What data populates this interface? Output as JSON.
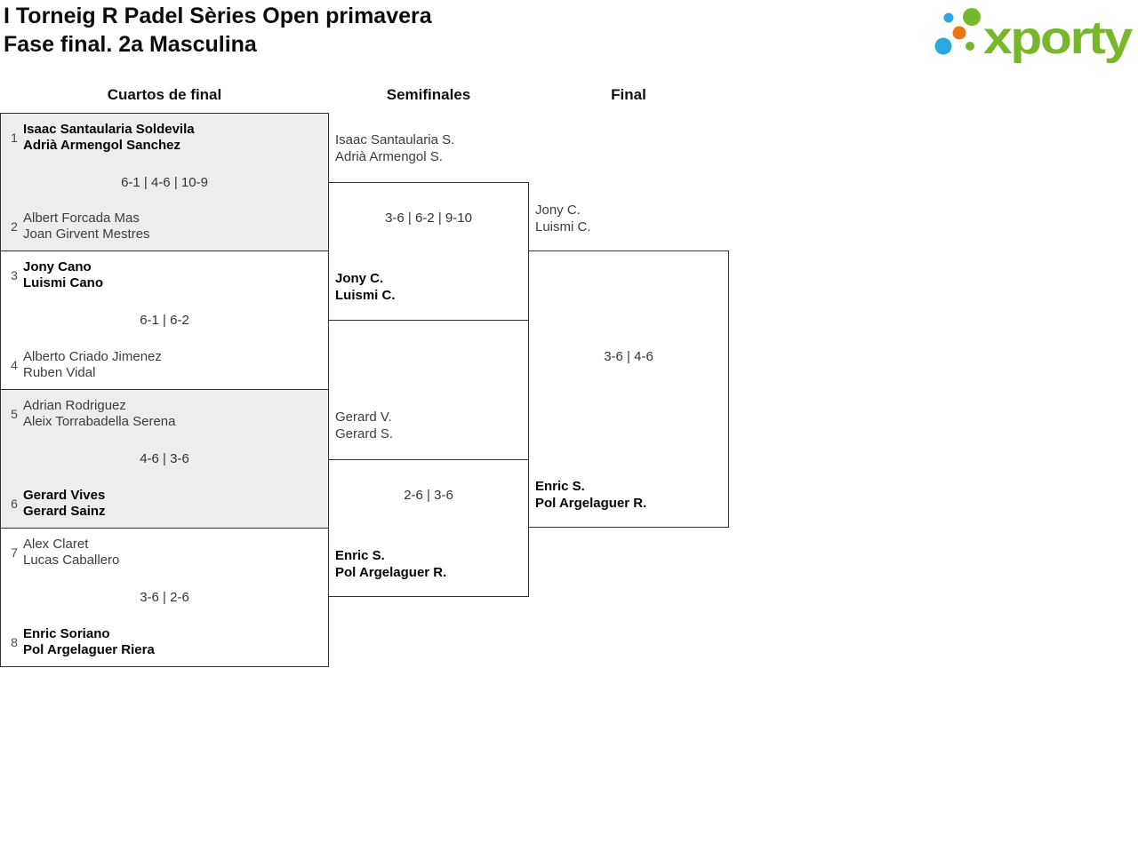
{
  "header": {
    "title_line1": "I Torneig R Padel Sèries Open primavera",
    "title_line2": "Fase final. 2a Masculina"
  },
  "logo": {
    "brand": "xporty"
  },
  "rounds": {
    "quarterfinals_label": "Cuartos de final",
    "semifinals_label": "Semifinales",
    "final_label": "Final"
  },
  "colors": {
    "brand_green": "#76b82a",
    "brand_blue": "#29a9e1",
    "brand_orange": "#e87711",
    "box_border": "#333333",
    "box_alt_background": "#ededed"
  },
  "bracket": {
    "quarterfinals": [
      {
        "top": {
          "seed": "1",
          "lines": [
            "Isaac Santaularia Soldevila",
            "Adrià Armengol Sanchez"
          ],
          "winner": true
        },
        "score": "6-1 | 4-6 | 10-9",
        "bottom": {
          "seed": "2",
          "lines": [
            "Albert Forcada Mas",
            "Joan Girvent Mestres"
          ],
          "winner": false
        }
      },
      {
        "top": {
          "seed": "3",
          "lines": [
            "Jony Cano",
            "Luismi Cano"
          ],
          "winner": true
        },
        "score": "6-1 | 6-2",
        "bottom": {
          "seed": "4",
          "lines": [
            "Alberto Criado Jimenez",
            "Ruben Vidal"
          ],
          "winner": false
        }
      },
      {
        "top": {
          "seed": "5",
          "lines": [
            "Adrian Rodriguez",
            "Aleix Torrabadella Serena"
          ],
          "winner": false
        },
        "score": "4-6 | 3-6",
        "bottom": {
          "seed": "6",
          "lines": [
            "Gerard Vives",
            "Gerard Sainz"
          ],
          "winner": true
        }
      },
      {
        "top": {
          "seed": "7",
          "lines": [
            "Alex Claret",
            "Lucas Caballero"
          ],
          "winner": false
        },
        "score": "3-6 | 2-6",
        "bottom": {
          "seed": "8",
          "lines": [
            "Enric Soriano",
            "Pol Argelaguer Riera"
          ],
          "winner": true
        }
      }
    ],
    "semifinals": [
      {
        "top": {
          "lines": [
            "Isaac Santaularia S.",
            "Adrià Armengol S."
          ],
          "winner": false
        },
        "score": "3-6 | 6-2 | 9-10",
        "bottom": {
          "lines": [
            "Jony C.",
            "Luismi C."
          ],
          "winner": true
        }
      },
      {
        "top": {
          "lines": [
            "Gerard V.",
            "Gerard S."
          ],
          "winner": false
        },
        "score": "2-6 | 3-6",
        "bottom": {
          "lines": [
            "Enric S.",
            "Pol Argelaguer R."
          ],
          "winner": true
        }
      }
    ],
    "final": {
      "top": {
        "lines": [
          "Jony C.",
          "Luismi C."
        ],
        "winner": false
      },
      "score": "3-6 | 4-6",
      "bottom": {
        "lines": [
          "Enric S.",
          "Pol Argelaguer R."
        ],
        "winner": true
      }
    }
  }
}
